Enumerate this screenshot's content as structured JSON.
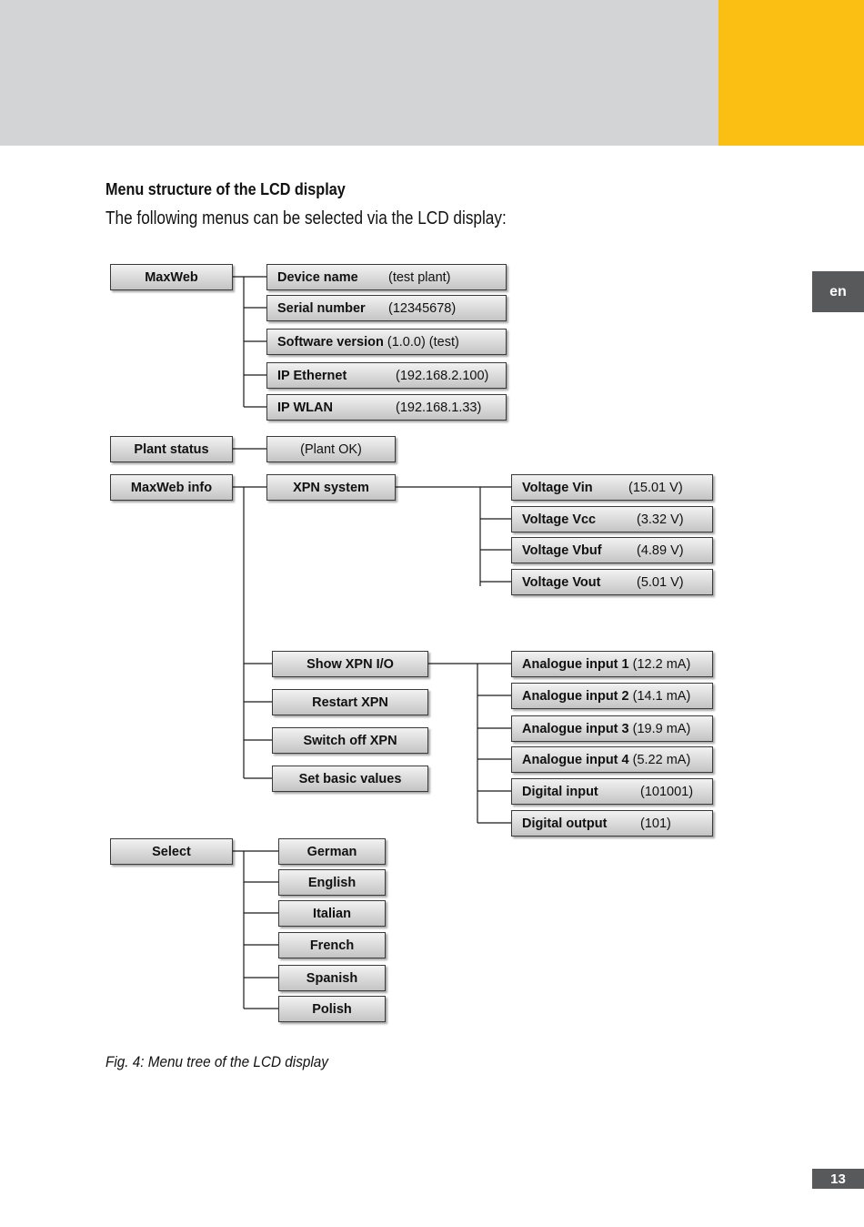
{
  "page": {
    "heading": "Menu structure of the LCD display",
    "intro": "The following menus can be selected via the LCD display:",
    "caption": "Fig. 4: Menu tree of the LCD display",
    "language_tab": "en",
    "page_number": "13"
  },
  "colors": {
    "header_gray": "#d3d4d6",
    "header_yellow": "#fbbf13",
    "tab_gray": "#58595b"
  },
  "menu": {
    "maxweb": {
      "label": "MaxWeb",
      "items": [
        {
          "label": "Device name",
          "value": "(test plant)"
        },
        {
          "label": "Serial number",
          "value": "(12345678)"
        },
        {
          "label": "Software version",
          "value": "(1.0.0) (test)"
        },
        {
          "label": "IP Ethernet",
          "value": "(192.168.2.100)"
        },
        {
          "label": "IP WLAN",
          "value": "(192.168.1.33)"
        }
      ]
    },
    "plant_status": {
      "label": "Plant status",
      "value": "(Plant OK)"
    },
    "maxweb_info": {
      "label": "MaxWeb info",
      "xpn_system": {
        "label": "XPN system",
        "items": [
          {
            "label": "Voltage Vin",
            "value": "(15.01 V)"
          },
          {
            "label": "Voltage Vcc",
            "value": "(3.32 V)"
          },
          {
            "label": "Voltage Vbuf",
            "value": "(4.89 V)"
          },
          {
            "label": "Voltage Vout",
            "value": "(5.01 V)"
          }
        ]
      },
      "actions": [
        "Show XPN I/O",
        "Restart XPN",
        "Switch off XPN",
        "Set basic values"
      ],
      "xpn_io": [
        {
          "label": "Analogue input 1",
          "value": "(12.2 mA)"
        },
        {
          "label": "Analogue input 2",
          "value": "(14.1 mA)"
        },
        {
          "label": "Analogue input 3",
          "value": "(19.9 mA)"
        },
        {
          "label": "Analogue input 4",
          "value": "(5.22 mA)"
        },
        {
          "label": "Digital input",
          "value": "(101001)"
        },
        {
          "label": "Digital output",
          "value": "(101)"
        }
      ]
    },
    "select": {
      "label": "Select",
      "languages": [
        "German",
        "English",
        "Italian",
        "French",
        "Spanish",
        "Polish"
      ]
    }
  }
}
